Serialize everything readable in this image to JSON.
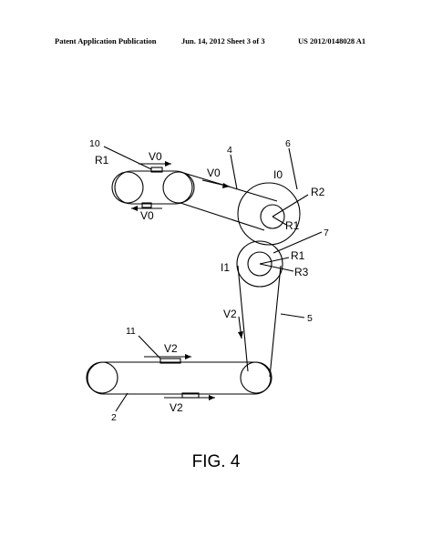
{
  "header": {
    "left": "Patent Application Publication",
    "middle": "Jun. 14, 2012  Sheet 3 of 3",
    "right": "US 2012/0148028 A1"
  },
  "figure": {
    "caption": "FIG. 4",
    "refs": {
      "ref_10": "10",
      "ref_4": "4",
      "ref_6": "6",
      "ref_7": "7",
      "ref_5": "5",
      "ref_11": "11",
      "ref_2": "2"
    },
    "labels": {
      "r1_top_left": "R1",
      "v0_top": "V0",
      "v0_bottom": "V0",
      "v0_belt": "V0",
      "i0": "I0",
      "r2": "R2",
      "r1_big_roller": "R1",
      "r1_small_roller": "R1",
      "r3": "R3",
      "i1": "I1",
      "v2_vertical": "V2",
      "v2_top": "V2",
      "v2_bottom": "V2"
    }
  }
}
